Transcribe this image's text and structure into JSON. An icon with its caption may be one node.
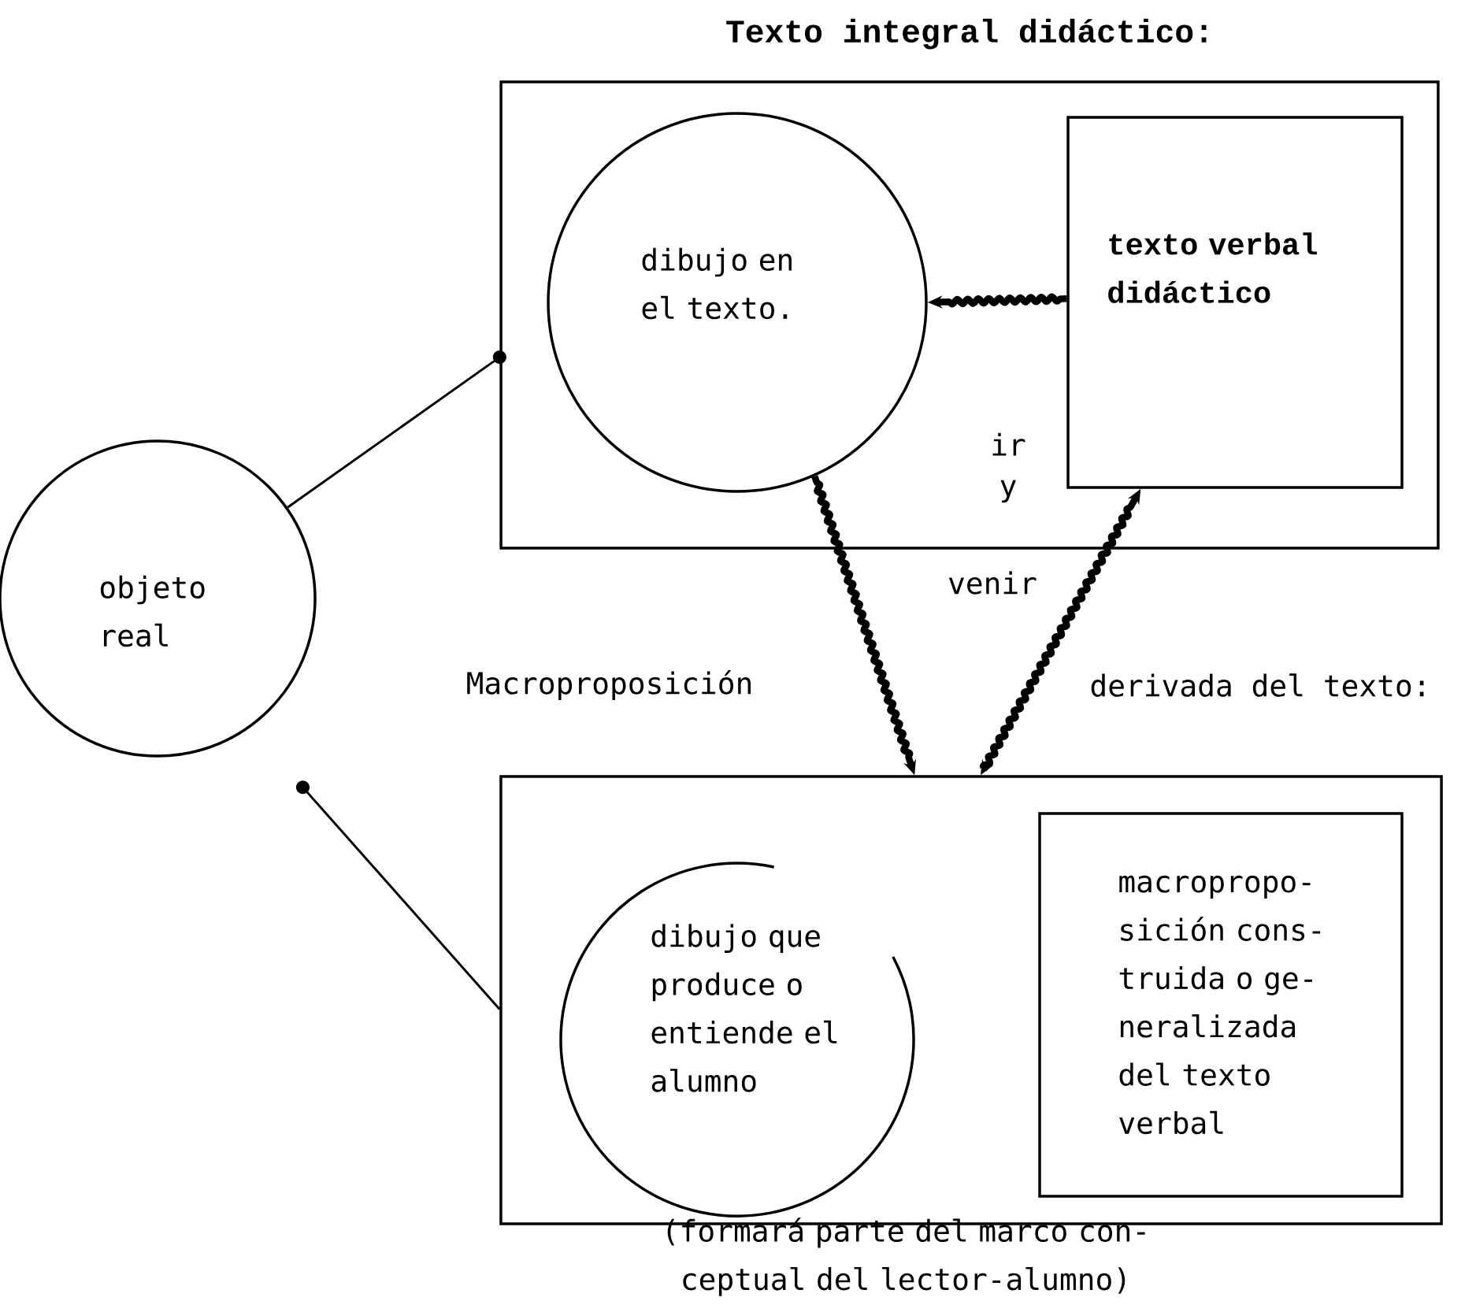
{
  "diagram": {
    "nodes": [
      {
        "text": [
          "Texto integral didáctico:"
        ]
      },
      {
        "text": [
          "dibujo en el texto."
        ],
        "in": 0
      },
      {
        "text": [
          "texto verbal didáctico"
        ],
        "in": 0
      },
      {
        "text": [
          "objeto real"
        ]
      },
      {
        "text": [],
        "shape": "box"
      },
      {
        "text": [
          "dibujo que produce o entiende el alumno"
        ],
        "in": 4
      },
      {
        "text": [
          "macropropo- sición cons- truida o ge- neralizada del texto verbal"
        ],
        "in": 4
      }
    ],
    "edges": [
      {
        "from": 3,
        "to": 0,
        "arrow": "other"
      },
      {
        "from": 4,
        "to": 3,
        "arrow": "other"
      },
      {
        "from": 2,
        "to": 1,
        "arrow": "to"
      },
      {
        "from": 1,
        "to": 4,
        "arrow": "to"
      },
      {
        "from": 4,
        "to": 2,
        "arrow": "both"
      }
    ],
    "labels": [
      "ir",
      "y",
      "venir",
      "Macroproposición",
      "derivada del texto:",
      "(formará parte del marco con- ceptual del lector-alumno)"
    ]
  }
}
